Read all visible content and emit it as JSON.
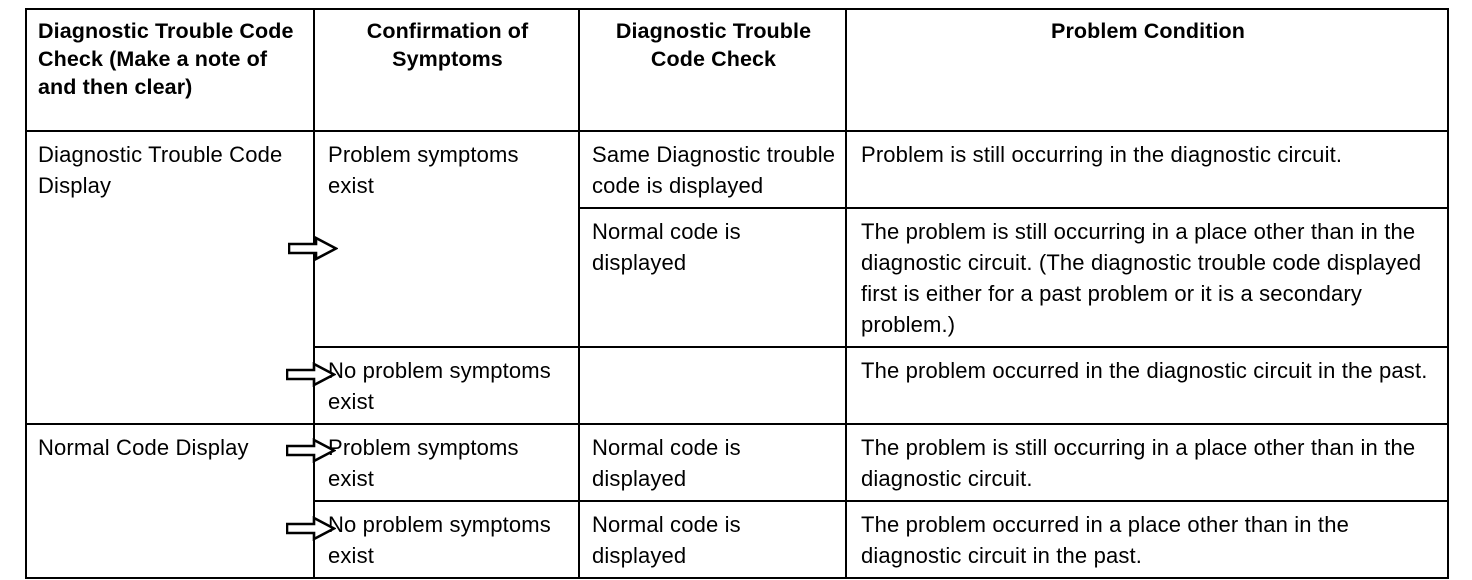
{
  "table": {
    "headers": [
      "Diagnostic Trouble Code Check (Make a note of and then clear)",
      "Confirmation of Symptoms",
      "Diagnostic Trouble Code Check",
      "Problem Condition"
    ],
    "rows": [
      {
        "code_check": "Diagnostic Trouble Code Display",
        "symptoms": "Problem symptoms exist",
        "recheck": "Same Diagnostic trouble code is displayed",
        "condition": "Problem is still occurring in the diagnostic circuit."
      },
      {
        "code_check": "",
        "symptoms": "",
        "recheck": "Normal code is displayed",
        "condition": "The problem is still occurring in a place other than in the diagnostic circuit. (The diagnostic trouble code displayed first is either for a past problem or it is a secondary problem.)"
      },
      {
        "code_check": "",
        "symptoms": "No problem symptoms exist",
        "recheck": "",
        "condition": "The problem occurred in the diagnostic circuit in the past."
      },
      {
        "code_check": "Normal Code Display",
        "symptoms": "Problem symptoms exist",
        "recheck": "Normal code is displayed",
        "condition": "The problem is still occurring in a place other than in the diagnostic circuit."
      },
      {
        "code_check": "",
        "symptoms": "No problem symptoms exist",
        "recheck": "Normal code is displayed",
        "condition": "The problem occurred in a place other than in the diagnostic circuit in the past."
      }
    ],
    "arrows": [
      "flow-arrow-right",
      "flow-arrow-right",
      "flow-arrow-right",
      "flow-arrow-right"
    ],
    "colors": {
      "rule": "#000000",
      "text": "#000000",
      "background": "#ffffff"
    }
  }
}
